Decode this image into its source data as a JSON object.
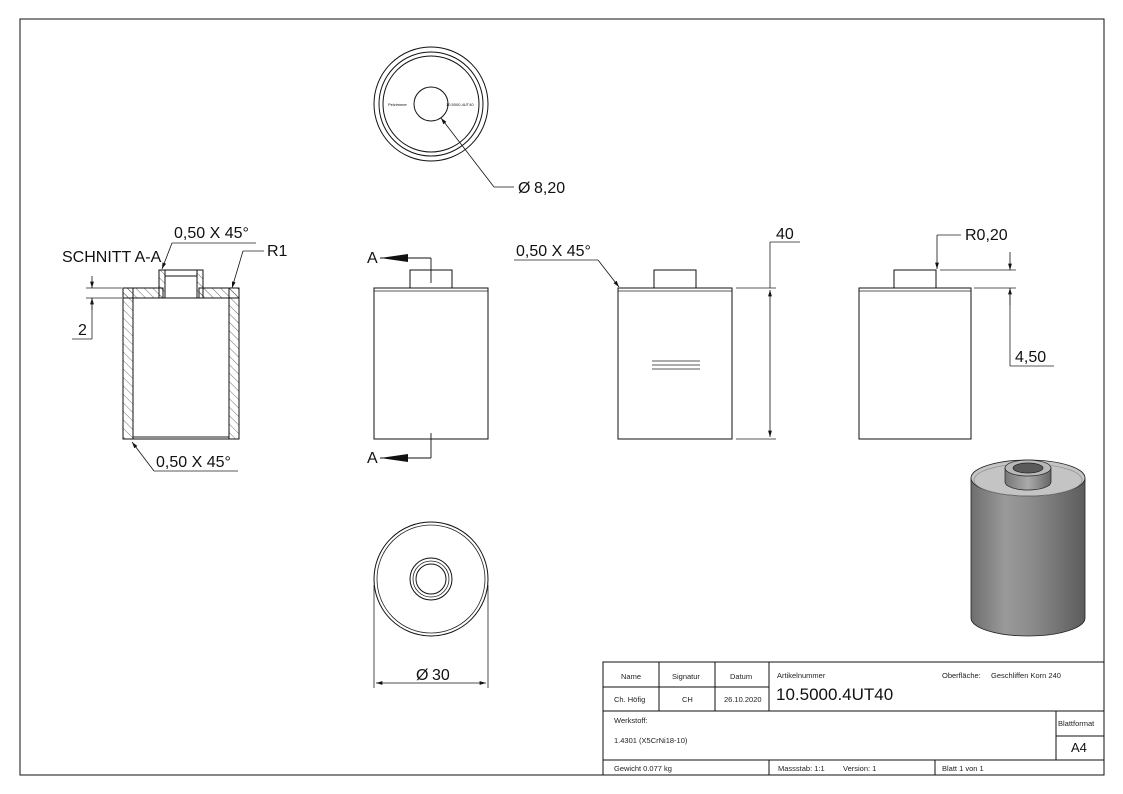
{
  "section_label": "SCHNITT A-A",
  "section_letter": "A",
  "dims": {
    "chamfer": "0,50 X 45°",
    "radius_r1": "R1",
    "wall_2": "2",
    "bore_diameter": "8,20",
    "length_40": "40",
    "radius_r020": "R0,20",
    "height_450": "4,50",
    "outer_diameter": "30",
    "diameter_symbol": "Ø"
  },
  "engraving": {
    "left": "Pelzimmer",
    "right": "10.5000.4UT40"
  },
  "title_block": {
    "name_header": "Name",
    "signatur_header": "Signatur",
    "datum_header": "Datum",
    "name_value": "Ch. Höfig",
    "signatur_value": "CH",
    "datum_value": "26.10.2020",
    "artikelnummer_label": "Artikelnummer",
    "artikelnummer_value": "10.5000.4UT40",
    "oberflaeche_label": "Oberfläche:",
    "oberflaeche_value": "Geschliffen Korn 240",
    "werkstoff_label": "Werkstoff:",
    "werkstoff_value": "1.4301 (X5CrNi18-10)",
    "blattformat_label": "Blattformat",
    "blattformat_value": "A4",
    "gewicht": "Gewicht 0.077 kg",
    "massstab": "Massstab: 1:1",
    "version": "Version: 1",
    "blatt": "Blatt 1 von 1"
  }
}
